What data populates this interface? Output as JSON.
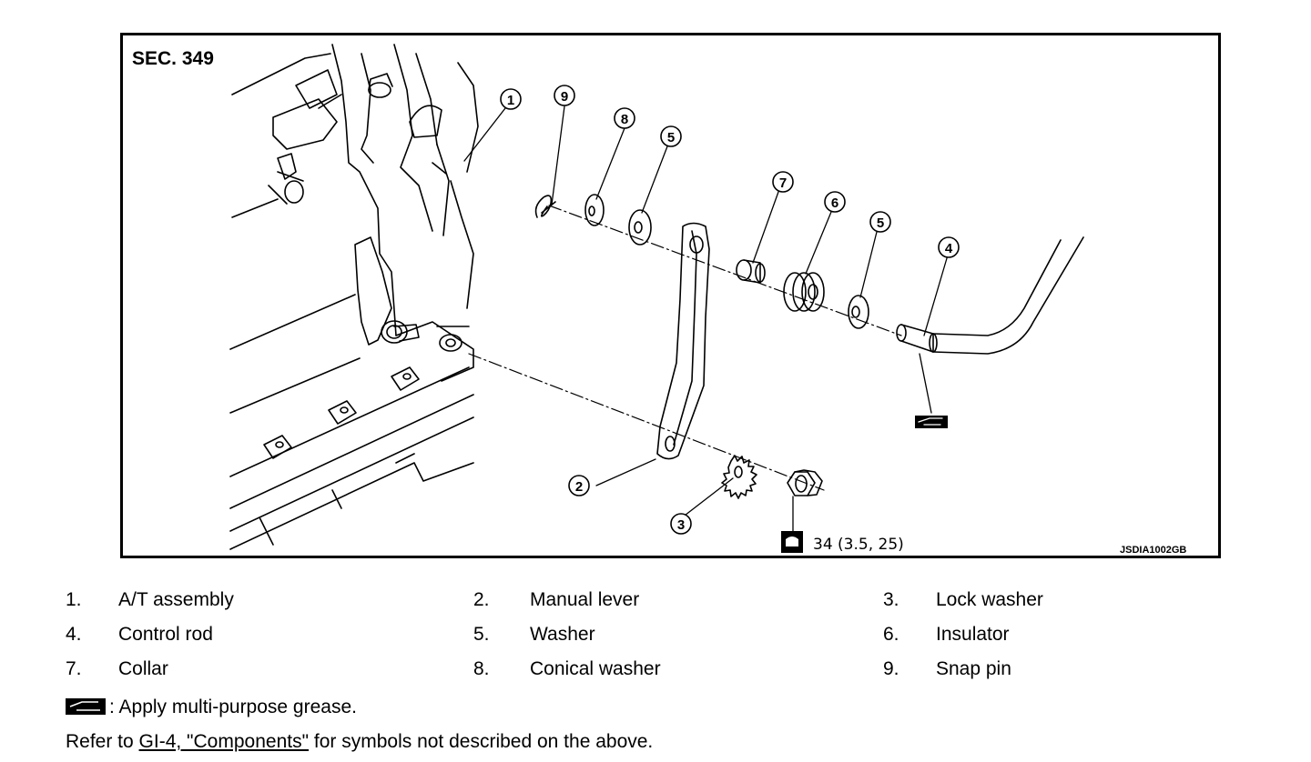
{
  "figure": {
    "section_label": "SEC. 349",
    "torque_spec": "34 (3.5, 25)",
    "figure_code": "JSDIA1002GB",
    "callouts": [
      "1",
      "2",
      "3",
      "4",
      "5",
      "5",
      "6",
      "7",
      "8",
      "9"
    ]
  },
  "legend": {
    "items": [
      {
        "num": "1.",
        "label": "A/T assembly"
      },
      {
        "num": "2.",
        "label": "Manual lever"
      },
      {
        "num": "3.",
        "label": "Lock washer"
      },
      {
        "num": "4.",
        "label": "Control rod"
      },
      {
        "num": "5.",
        "label": "Washer"
      },
      {
        "num": "6.",
        "label": "Insulator"
      },
      {
        "num": "7.",
        "label": "Collar"
      },
      {
        "num": "8.",
        "label": "Conical washer"
      },
      {
        "num": "9.",
        "label": "Snap pin"
      }
    ]
  },
  "notes": {
    "grease_text": ": Apply multi-purpose grease.",
    "refer_prefix": "Refer to ",
    "refer_link": "GI-4, \"Components\"",
    "refer_suffix": " for symbols not described on the above."
  }
}
